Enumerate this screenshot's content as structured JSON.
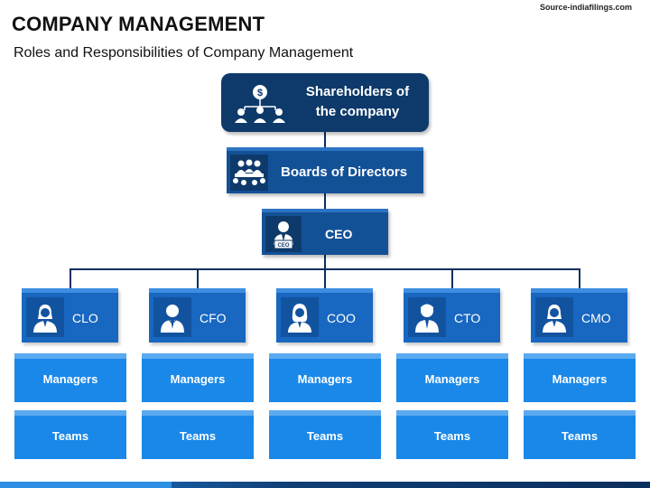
{
  "header": {
    "title": "COMPANY MANAGEMENT",
    "subtitle": "Roles and Responsibilities of Company Management",
    "source": "Source-indiafilings.com"
  },
  "hierarchy": {
    "shareholders": {
      "line1": "Shareholders of",
      "line2": "the company",
      "icon": "shareholders-icon"
    },
    "board": {
      "label": "Boards of Directors",
      "icon": "boardroom-icon"
    },
    "ceo": {
      "label": "CEO",
      "icon": "ceo-icon",
      "badge": "CEO"
    }
  },
  "roles": [
    {
      "label": "CLO",
      "icon": "female-executive-icon",
      "managers": "Managers",
      "teams": "Teams"
    },
    {
      "label": "CFO",
      "icon": "male-executive-icon",
      "managers": "Managers",
      "teams": "Teams"
    },
    {
      "label": "COO",
      "icon": "female-executive-icon",
      "managers": "Managers",
      "teams": "Teams"
    },
    {
      "label": "CTO",
      "icon": "male-executive-icon",
      "managers": "Managers",
      "teams": "Teams"
    },
    {
      "label": "CMO",
      "icon": "female-executive-icon",
      "managers": "Managers",
      "teams": "Teams"
    }
  ],
  "colors": {
    "dark_navy": "#0e3a6b",
    "mid_blue": "#135197",
    "role_blue": "#1867c0",
    "light_blue": "#1a88e8"
  }
}
